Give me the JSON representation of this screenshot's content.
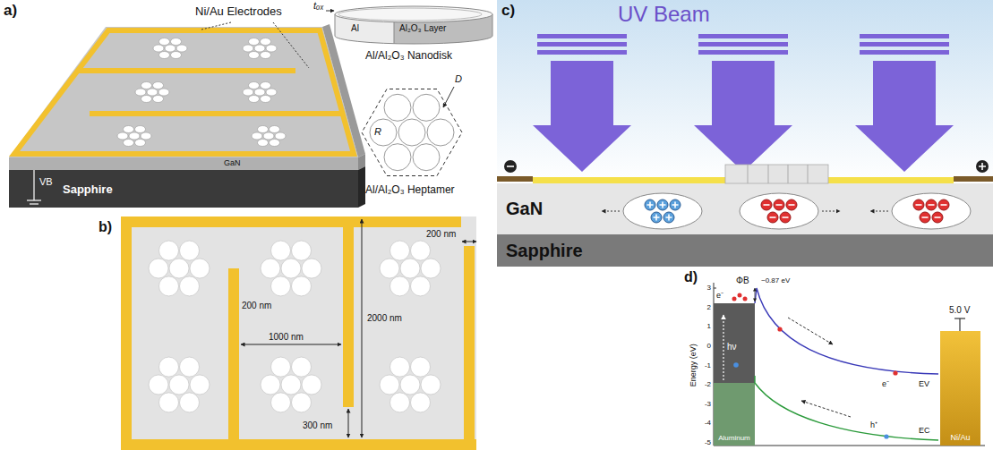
{
  "diagram": {
    "nodes": [
      {
        "text": [
          "GaN"
        ]
      },
      {
        "text": [
          "Sapphire"
        ]
      },
      {
        "text": [
          "Aluminum"
        ]
      },
      {
        "text": [
          "Ni/Au"
        ]
      }
    ],
    "labels": [
      "a)",
      "Ni/Au Electrodes",
      "tₒₓ",
      "Al",
      "Al₂O₃ Layer",
      "Al/Al₂O₃ Nanodisk",
      "D",
      "R",
      "Al/Al₂O₃ Heptamer",
      "VB",
      "GaN",
      "Sapphire",
      "b)",
      "200 nm",
      "200 nm",
      "1000 nm",
      "2000 nm",
      "300 nm",
      "c)",
      "UV Beam",
      "d)",
      "Energy (eV)",
      "3",
      "2",
      "1",
      "0",
      "-1",
      "-2",
      "-3",
      "-4",
      "-5",
      "hν",
      "ΦB",
      "~0.87 eV",
      "e⁻",
      "e⁻",
      "h⁺",
      "EV",
      "EC",
      "5.0 V"
    ]
  }
}
